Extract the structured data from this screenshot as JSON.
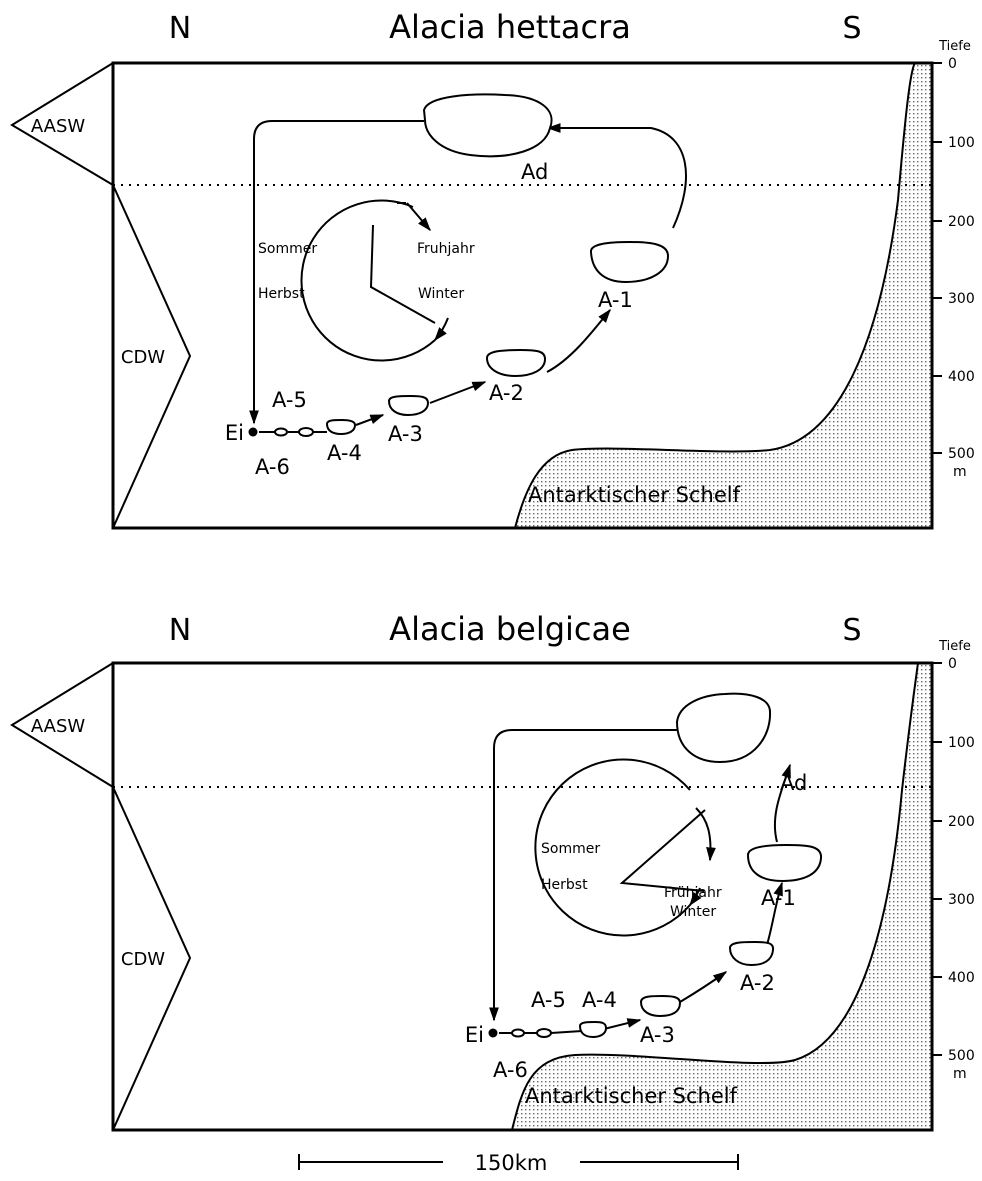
{
  "panels": [
    {
      "species": "Alacia hettacra",
      "north": "N",
      "south": "S",
      "depth_label": "Tiefe",
      "depth_ticks": [
        "0",
        "100",
        "200",
        "300",
        "400",
        "500"
      ],
      "depth_unit": "m",
      "water_masses": [
        "AASW",
        "CDW"
      ],
      "shelf_label": "Antarktischer Schelf",
      "seasons": {
        "summer": "Sommer",
        "autumn": "Herbst",
        "spring": "Fruhjahr",
        "winter": "Winter"
      },
      "stages": {
        "egg": "Ei",
        "a6": "A-6",
        "a5": "A-5",
        "a4": "A-4",
        "a3": "A-3",
        "a2": "A-2",
        "a1": "A-1",
        "adult": "Ad"
      }
    },
    {
      "species": "Alacia belgicae",
      "north": "N",
      "south": "S",
      "depth_label": "Tiefe",
      "depth_ticks": [
        "0",
        "100",
        "200",
        "300",
        "400",
        "500"
      ],
      "depth_unit": "m",
      "water_masses": [
        "AASW",
        "CDW"
      ],
      "shelf_label": "Antarktischer Schelf",
      "seasons": {
        "summer": "Sommer",
        "autumn": "Herbst",
        "spring": "Frühjahr",
        "winter": "Winter"
      },
      "stages": {
        "egg": "Ei",
        "a6": "A-6",
        "a5": "A-5",
        "a4": "A-4",
        "a3": "A-3",
        "a2": "A-2",
        "a1": "A-1",
        "adult": "Ad"
      }
    }
  ],
  "scale_bar": "150km"
}
